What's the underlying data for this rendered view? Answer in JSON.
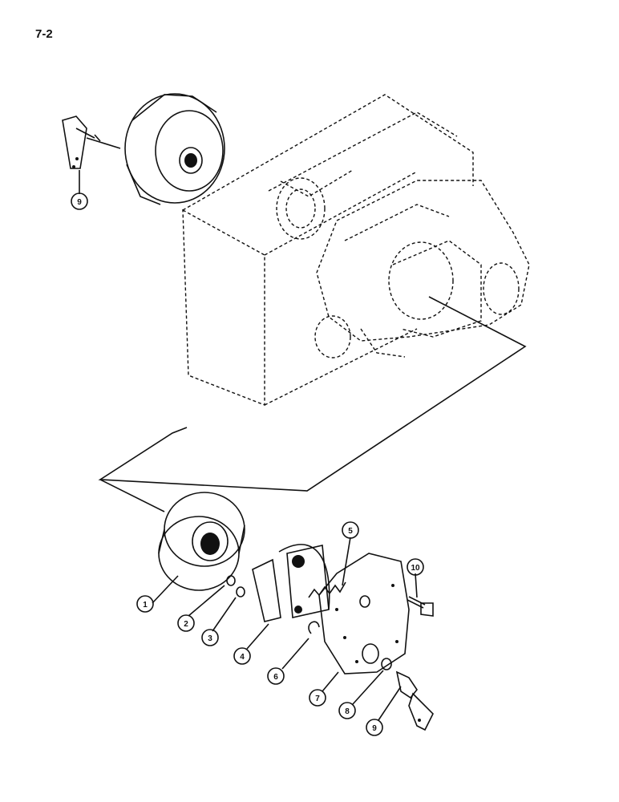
{
  "page": {
    "number": "7-2"
  },
  "callouts": {
    "c1": "1",
    "c2": "2",
    "c3": "3",
    "c4": "4",
    "c5": "5",
    "c6": "6",
    "c7": "7",
    "c8": "8",
    "c9_top": "9",
    "c9_bottom": "9",
    "c10": "10"
  }
}
